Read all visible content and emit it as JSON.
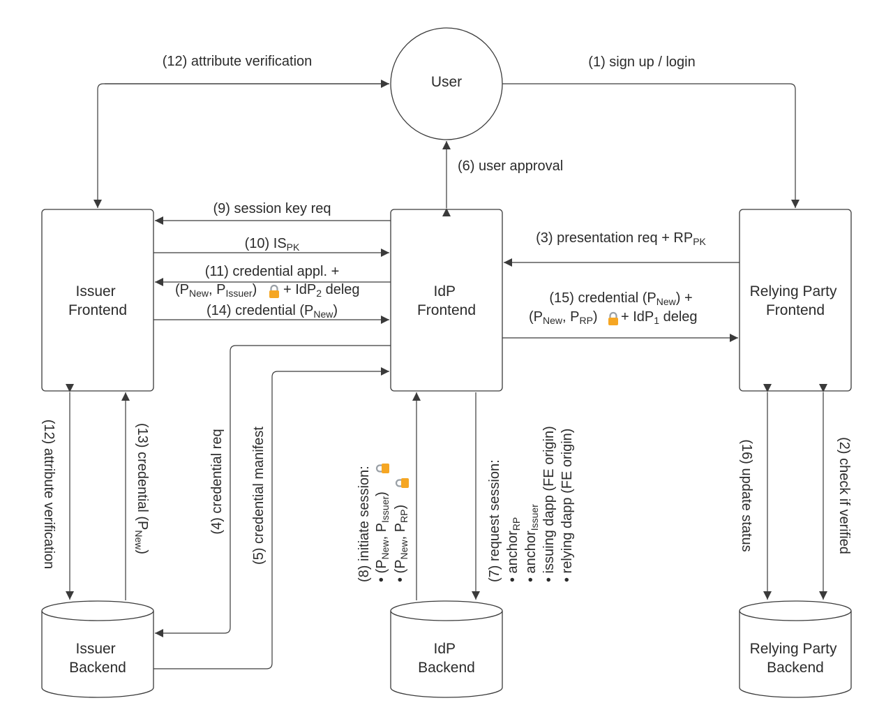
{
  "nodes": {
    "user": "User",
    "issuer_frontend": [
      "Issuer",
      "Frontend"
    ],
    "idp_frontend": [
      "IdP",
      "Frontend"
    ],
    "rp_frontend": [
      "Relying Party",
      "Frontend"
    ],
    "issuer_backend": [
      "Issuer",
      "Backend"
    ],
    "idp_backend": [
      "IdP",
      "Backend"
    ],
    "rp_backend": [
      "Relying Party",
      "Backend"
    ]
  },
  "edges": {
    "e12_top": "(12) attribute verification",
    "e1": "(1) sign up / login",
    "e6": "(6) user approval",
    "e9": "(9) session key req",
    "e10": {
      "text": "(10) IS",
      "sub": "PK"
    },
    "e11": {
      "line1": "(11) credential appl. +",
      "open": "(P",
      "sub1": "New",
      "comma": ", P",
      "sub2": "Issuer",
      "close": ")",
      "tail": "+ IdP",
      "tail_sub": "2",
      "tail_end": " deleg"
    },
    "e14": {
      "text": "(14) credential (P",
      "sub": "New",
      "close": ")"
    },
    "e3": {
      "text": "(3) presentation req + RP",
      "sub": "PK"
    },
    "e15": {
      "line1a": "(15) credential (P",
      "line1_sub": "New",
      "line1b": ") +",
      "open": "(P",
      "sub1": "New",
      "comma": ", P",
      "sub2": "RP",
      "close": ")",
      "tail": " + IdP",
      "tail_sub": "1",
      "tail_end": " deleg"
    },
    "e12_left": "(12) attribute verification",
    "e13": {
      "text": "(13) credential (P",
      "sub": "New",
      "close": ")"
    },
    "e4": "(4) credential req",
    "e5": "(5) credential manifest",
    "e8": {
      "title": "(8) initiate session:",
      "b1_open": "• (P",
      "b1_sub1": "New",
      "b1_comma": ", P",
      "b1_sub2": "Issuer",
      "b1_close": ")",
      "b2_open": "• (P",
      "b2_sub1": "New",
      "b2_comma": ", P",
      "b2_sub2": "RP",
      "b2_close": ")"
    },
    "e7": {
      "title": "(7) request session:",
      "b1": "• anchor",
      "b1_sub": "RP",
      "b2": "• anchor",
      "b2_sub": "Issuer",
      "b3": "• issuing dapp (FE origin)",
      "b4": "• relying dapp (FE origin)"
    },
    "e16": "(16) update status",
    "e2": "(2) check if verified"
  },
  "colors": {
    "lock_body": "#f5a623",
    "lock_shackle": "#9aa0a6",
    "stroke": "#3a3a3a"
  },
  "icons": {
    "lock": "lock-icon"
  }
}
